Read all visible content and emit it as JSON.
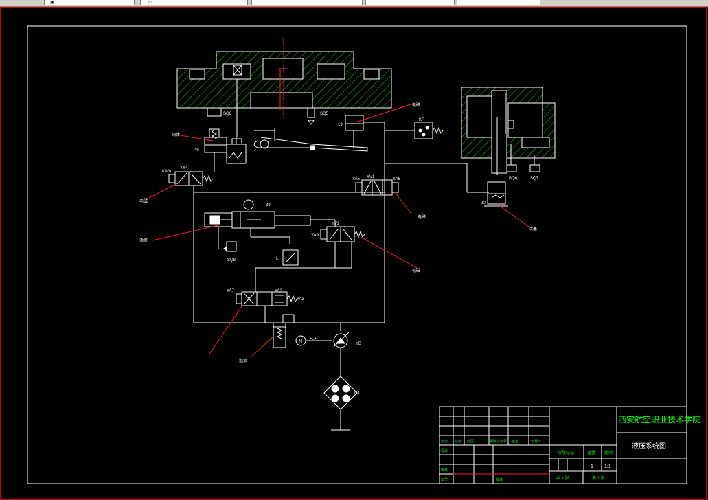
{
  "toolbar": {
    "fields": [
      "",
      "",
      "",
      "",
      "",
      ""
    ]
  },
  "drawing": {
    "labels": {
      "s06": "SQ6",
      "s05": "SQ5",
      "n19": "19",
      "kp": "KP",
      "n49": "49",
      "n39": "39",
      "n20": "20",
      "bq6": "BQ6",
      "sq7": "SQ7",
      "ka": "KA/0",
      "yy4": "YY4",
      "ya5": "YA5",
      "yv1": "YV1",
      "ya6": "YA6",
      "yy2": "YY2",
      "ya9": "YA9",
      "sq8": "SQ8",
      "l": "L",
      "ya7": "YA7",
      "ya2": "YA2",
      "ya3": "YA3",
      "n": "N",
      "yb": "YB",
      "nj": "NJ",
      "callouts": [
        "阀体",
        "电磁",
        "电磁",
        "活塞",
        "电磁",
        "电磁",
        "溢流",
        "活塞"
      ]
    }
  },
  "title_block": {
    "school": "西安航空职业技术学院",
    "drawing_name": "液压系统图",
    "col_headers": [
      "标记",
      "处数",
      "分区",
      "更改文件号",
      "签名",
      "年月日"
    ],
    "row_design": "设计",
    "row_check": "审核",
    "row_process": "工艺",
    "row_approve": "批准",
    "stage_label": "阶段标记",
    "weight_label": "重量",
    "scale_label": "比例",
    "weight_value": "1",
    "scale_value": "1:1",
    "sheets_total": "共 1 张",
    "sheet_no": "第 1 张"
  }
}
